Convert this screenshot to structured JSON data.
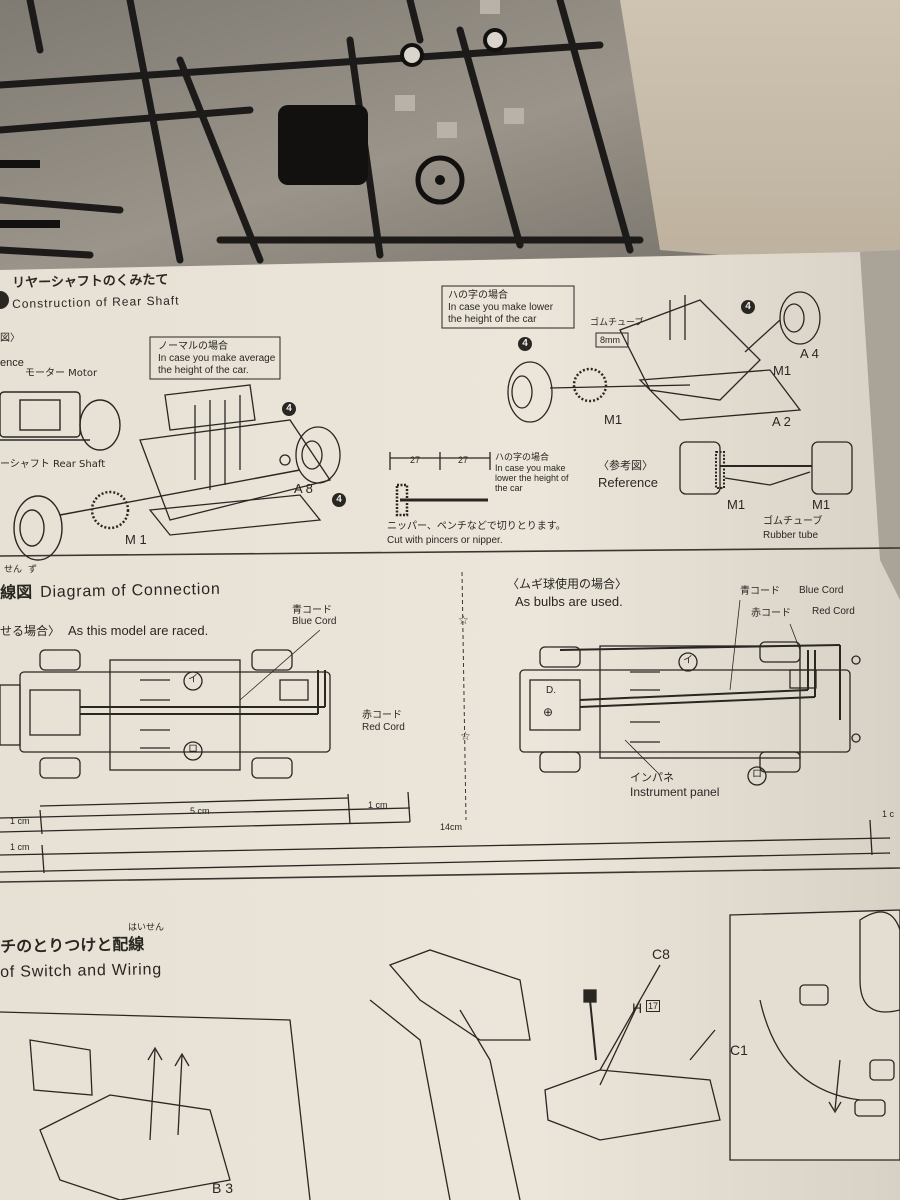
{
  "page1": {
    "title_jp": "リヤーシャフトのくみたて",
    "title_en": "Construction of Rear Shaft",
    "ref_jp": "図〉",
    "ref_en": "ence",
    "motor_label": "モーター Motor",
    "rear_shaft_label": "ーシャフト Rear Shaft",
    "normal_case_jp": "ノーマルの場合",
    "normal_case_en1": "In case you make average",
    "normal_case_en2": "the height of the car.",
    "lower_case_jp": "ハの字の場合",
    "lower_case_en1": "In case you make lower",
    "lower_case_en2": "the height of the car",
    "rubber_tube_jp": "ゴムチューブ",
    "tube_length": "8mm",
    "cut_jp": "ニッパー、ペンチなどで切りとります。",
    "cut_en": "Cut with pincers or nipper.",
    "dim_27a": "27",
    "dim_27b": "27",
    "small_note_jp": "ハの字の場合",
    "small_note_en1": "In case you make",
    "small_note_en2": "lower the height of",
    "small_note_en3": "the car",
    "reference_jp": "〈参考図〉",
    "reference_en": "Reference",
    "rubber_tube_jp2": "ゴムチューブ",
    "rubber_tube_en": "Rubber tube",
    "parts": {
      "p4a": "4",
      "p4b": "4",
      "p4c": "4",
      "p4d": "4",
      "a8": "A 8",
      "m1a": "M 1",
      "m1b": "M1",
      "m1c": "M1",
      "m1d": "M1",
      "m1e": "M1",
      "a4": "A 4",
      "a2": "A 2"
    }
  },
  "page2": {
    "diagram_title_jp": "線図",
    "diagram_title_en": "Diagram of Connection",
    "ruby1": "せん",
    "ruby2": "ず",
    "raced_jp": "せる場合〉",
    "raced_en": "As this model are raced.",
    "bulbs_jp": "〈ムギ球使用の場合〉",
    "bulbs_en": "As bulbs are used.",
    "blue_jp": "青コード",
    "blue_en": "Blue Cord",
    "red_jp": "赤コード",
    "red_en": "Red Cord",
    "blue_jp2": "青コード",
    "blue_en2": "Blue Cord",
    "red_jp2": "赤コード",
    "red_en2": "Red Cord",
    "panel_jp": "インパネ",
    "panel_en": "Instrument panel",
    "mark_i": "イ",
    "mark_ro": "ロ",
    "mark_i2": "イ",
    "mark_ro2": "ロ",
    "plus": "⊕",
    "d_label": "D.",
    "scale_1cm_a": "1 cm",
    "scale_5cm": "5 cm",
    "scale_1cm_b": "1 cm",
    "scale_1c": "1 c",
    "scale_14cm": "14cm",
    "scale_1cm_c": "1 cm"
  },
  "page3": {
    "title_jp": "チのとりつけと配線",
    "ruby": "はいせん",
    "title_en": "of Switch and Wiring",
    "c8": "C8",
    "h": "H",
    "h_num": "17",
    "c1": "C1",
    "b3": "B 3"
  }
}
